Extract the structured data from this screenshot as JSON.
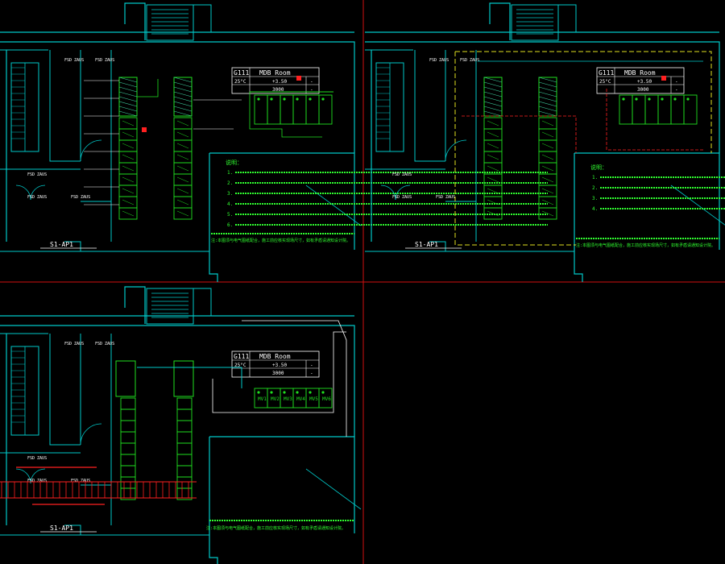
{
  "colors": {
    "background": "#000000",
    "wall": "#00c8c8",
    "equipment": "#20e020",
    "annotation": "#ffffff",
    "note": "#30ff30",
    "highlight": "#ff2020",
    "yellow": "#e0e020",
    "divider": "#d01010"
  },
  "panels": [
    {
      "id": "p1",
      "room_number": "G111",
      "room_name": "MDB Room",
      "row2": [
        "25°C",
        "+3.50",
        "-"
      ],
      "row3": [
        "",
        "3000",
        "-"
      ],
      "axis_label": "S1-AP1",
      "fire_label": "FSD ZAUS",
      "note_title": "说明：",
      "note_items": [
        "1.",
        "2.",
        "3.",
        "4.",
        "5.",
        "6."
      ],
      "bottom_note": "注:本图须与电气图纸配合，施工前应核实现场尺寸，如有矛盾请通知设计院。"
    },
    {
      "id": "p2",
      "room_number": "G111",
      "room_name": "MDB Room",
      "row2": [
        "25°C",
        "+3.50",
        "-"
      ],
      "row3": [
        "",
        "3000",
        "-"
      ],
      "axis_label": "S1-AP1",
      "fire_label": "FSD ZAUS",
      "note_title": "说明：",
      "note_items": [
        "1.",
        "2.",
        "3.",
        "4."
      ],
      "bottom_note": "注:本图须与电气图纸配合，施工前应核实现场尺寸，如有矛盾请通知设计院。"
    },
    {
      "id": "p3",
      "room_number": "G111",
      "room_name": "MDB Room",
      "row2": [
        "25°C",
        "+3.50",
        "-"
      ],
      "row3": [
        "",
        "3000",
        "-"
      ],
      "axis_label": "S1-AP1",
      "fire_label": "FSD ZAUS",
      "cabinet_labels": [
        "MV1",
        "MV2",
        "MV3",
        "MV4",
        "MV5",
        "MV6"
      ],
      "bottom_note": "注:本图须与电气图纸配合，施工前应核实现场尺寸，如有矛盾请通知设计院。"
    }
  ]
}
